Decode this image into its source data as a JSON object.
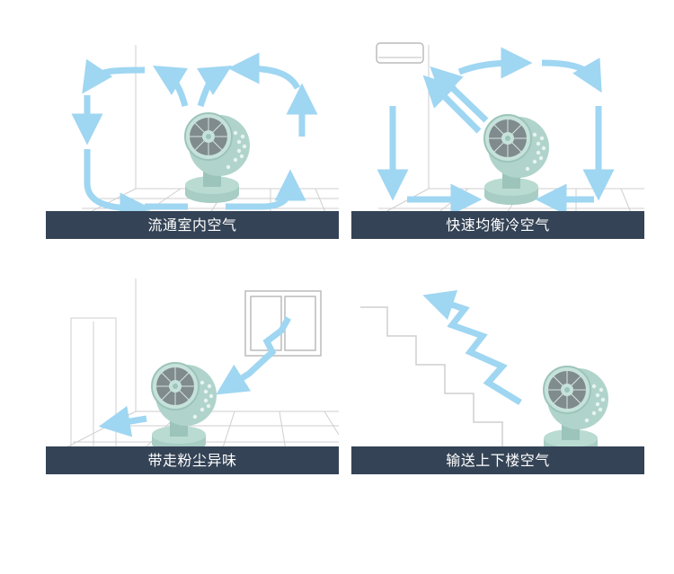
{
  "panels": [
    {
      "caption": "流通室内空气",
      "scene": "fan-loop-circulation"
    },
    {
      "caption": "快速均衡冷空气",
      "scene": "fan-air-conditioner-cooling"
    },
    {
      "caption": "带走粉尘异味",
      "scene": "fan-window-ventilation"
    },
    {
      "caption": "输送上下楼空气",
      "scene": "fan-staircase-airflow"
    }
  ],
  "colors": {
    "caption_bg": "#344356",
    "caption_text": "#ffffff",
    "arrow": "#9fd6f2",
    "fan_body": "#a7cdc4",
    "line": "#cfcfcf"
  }
}
